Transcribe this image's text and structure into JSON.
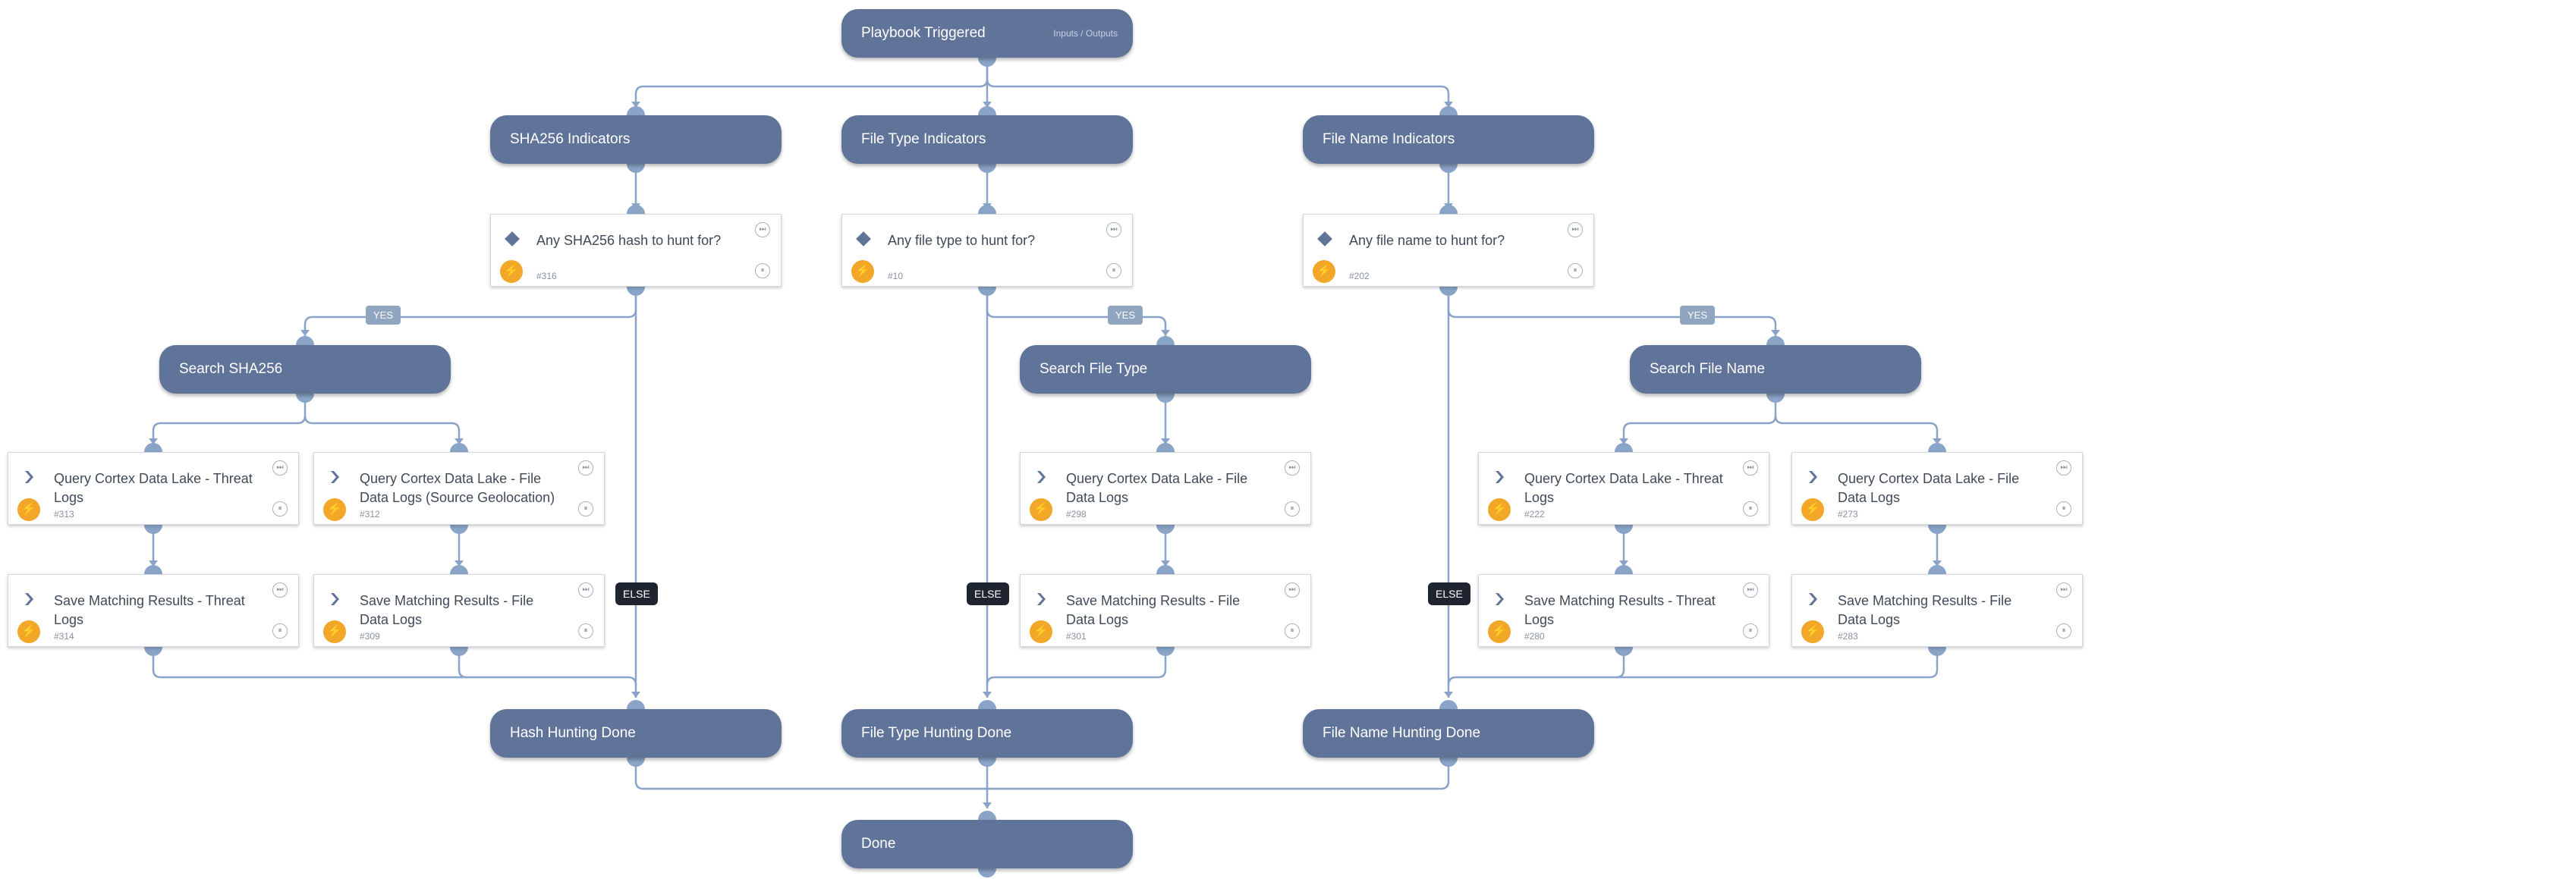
{
  "colors": {
    "section_fill": "#60749a",
    "connector": "#8aa4c8",
    "auto_badge": "#f2a728",
    "condition_label": "#8fa5c0",
    "else_label": "#1e2531"
  },
  "playbook": {
    "trigger": "Playbook Triggered",
    "trigger_link": "Inputs / Outputs"
  },
  "sections": {
    "sha256": "SHA256 Indicators",
    "file_type": "File Type Indicators",
    "file_name": "File Name Indicators",
    "search_sha256": "Search SHA256",
    "search_file_type": "Search File Type",
    "search_file_name": "Search File Name",
    "hash_done": "Hash Hunting Done",
    "file_type_done": "File Type Hunting Done",
    "file_name_done": "File Name Hunting Done",
    "done": "Done"
  },
  "conditions": {
    "sha256": {
      "title": "Any SHA256 hash to hunt for?",
      "id": "#316"
    },
    "file_type": {
      "title": "Any file type to hunt for?",
      "id": "#10"
    },
    "file_name": {
      "title": "Any file name to hunt for?",
      "id": "#202"
    }
  },
  "tasks": {
    "q313": {
      "title": "Query Cortex Data Lake - Threat Logs",
      "id": "#313"
    },
    "q312": {
      "title": "Query Cortex Data Lake - File Data Logs (Source Geolocation)",
      "id": "#312"
    },
    "s314": {
      "title": "Save Matching Results - Threat Logs",
      "id": "#314"
    },
    "s309": {
      "title": "Save Matching Results - File Data Logs",
      "id": "#309"
    },
    "q298": {
      "title": "Query Cortex Data Lake - File Data Logs",
      "id": "#298"
    },
    "s301": {
      "title": "Save Matching Results - File Data Logs",
      "id": "#301"
    },
    "q222": {
      "title": "Query Cortex Data Lake - Threat Logs",
      "id": "#222"
    },
    "q273": {
      "title": "Query Cortex Data Lake - File Data Logs",
      "id": "#273"
    },
    "s280": {
      "title": "Save Matching Results - Threat Logs",
      "id": "#280"
    },
    "s283": {
      "title": "Save Matching Results - File Data Logs",
      "id": "#283"
    }
  },
  "labels": {
    "yes": "YES",
    "else": "ELSE"
  },
  "icons": {
    "condition": "diamond-icon",
    "regular": "chevron-right-icon",
    "automation": "lightning-bolt-icon",
    "skip": "skip-icon",
    "pause": "pause-icon"
  },
  "glyphs": {
    "bolt": "⚡",
    "skip": "⏭",
    "pause": "⏸"
  }
}
